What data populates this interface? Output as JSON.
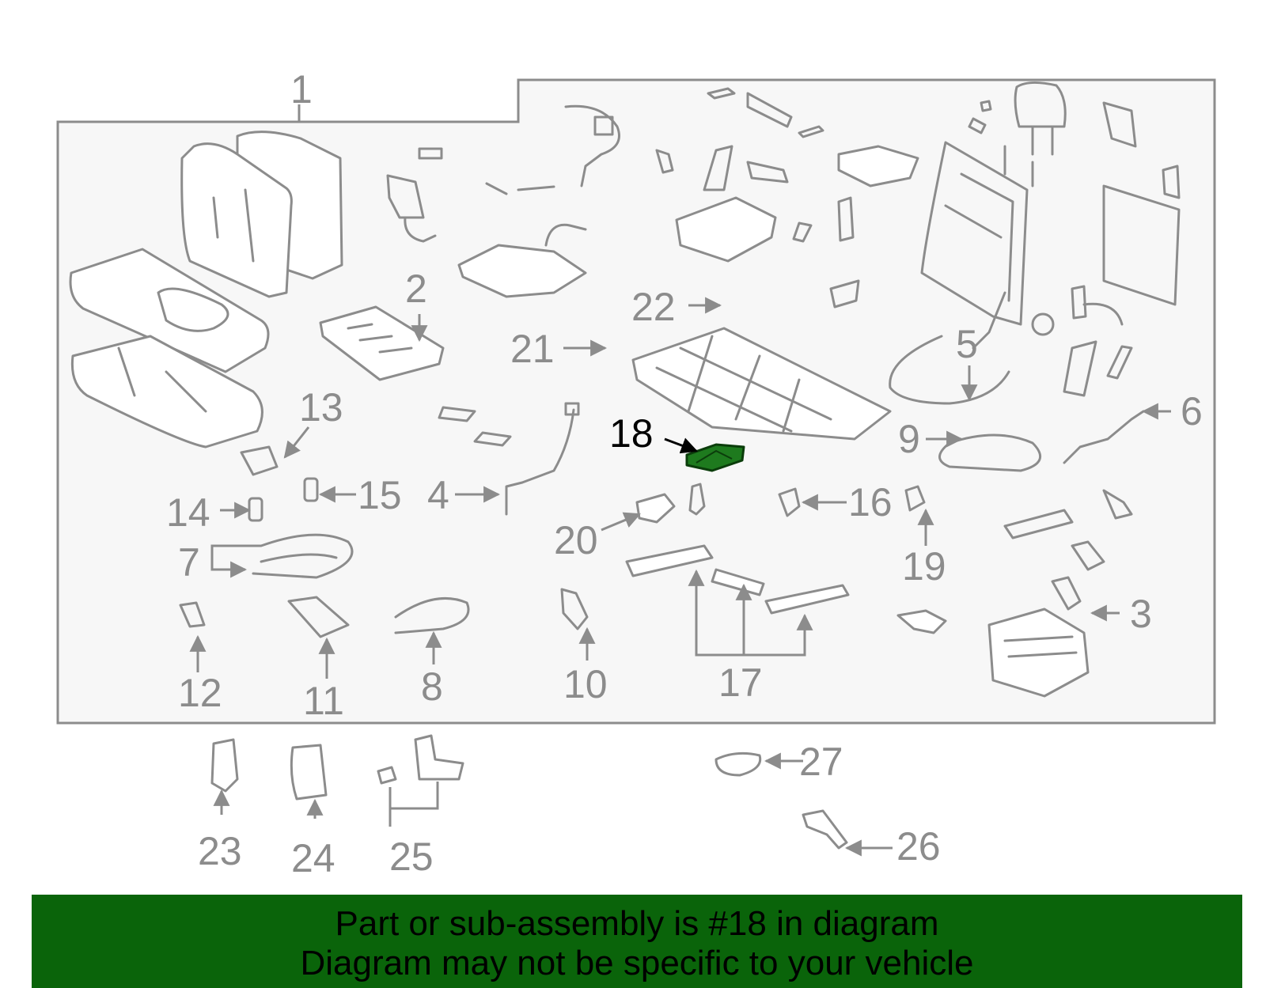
{
  "diagram": {
    "callouts": [
      "1",
      "2",
      "3",
      "4",
      "5",
      "6",
      "7",
      "8",
      "9",
      "10",
      "11",
      "12",
      "13",
      "14",
      "15",
      "16",
      "17",
      "18",
      "19",
      "20",
      "21",
      "22",
      "23",
      "24",
      "25",
      "26",
      "27"
    ],
    "highlighted_part": "18",
    "highlight_color": "#1e7a1e",
    "line_color": "#8c8c8c"
  },
  "banner": {
    "line1": "Part or sub-assembly is #18 in diagram",
    "line2": "Diagram may not be specific to your vehicle",
    "background": "#0a640a"
  }
}
